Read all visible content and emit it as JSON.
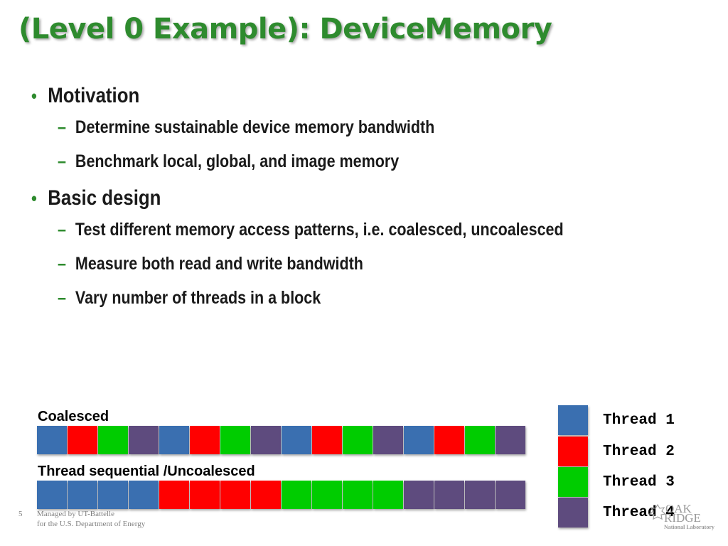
{
  "slide": {
    "title": "(Level 0 Example): DeviceMemory",
    "bullets": [
      {
        "label": "Motivation",
        "subs": [
          "Determine sustainable device memory bandwidth",
          "Benchmark local, global, and image memory"
        ]
      },
      {
        "label": "Basic design",
        "subs": [
          "Test different memory access patterns, i.e. coalesced, uncoalesced",
          "Measure both read and write bandwidth",
          "Vary number of threads in a block"
        ]
      }
    ]
  },
  "diagram": {
    "coalesced_label": "Coalesced",
    "coalesced_threads": [
      1,
      2,
      3,
      4,
      1,
      2,
      3,
      4,
      1,
      2,
      3,
      4,
      1,
      2,
      3,
      4
    ],
    "uncoalesced_label": "Thread sequential /Uncoalesced",
    "uncoalesced_threads": [
      1,
      1,
      1,
      1,
      2,
      2,
      2,
      2,
      3,
      3,
      3,
      3,
      4,
      4,
      4,
      4
    ],
    "colors": {
      "1": "#3a6fb0",
      "2": "#ff0000",
      "3": "#00cc00",
      "4": "#5e4b7e"
    }
  },
  "legend": [
    {
      "label": "Thread 1",
      "color": "#3a6fb0"
    },
    {
      "label": "Thread 2",
      "color": "#ff0000"
    },
    {
      "label": "Thread 3",
      "color": "#00cc00"
    },
    {
      "label": "Thread 4",
      "color": "#5e4b7e"
    }
  ],
  "footer": {
    "page": "5",
    "line1": "Managed by UT-Battelle",
    "line2": "for the U.S. Department of Energy"
  },
  "logo": {
    "line1": "OAK",
    "line2": "RIDGE",
    "line3": "National Laboratory"
  }
}
